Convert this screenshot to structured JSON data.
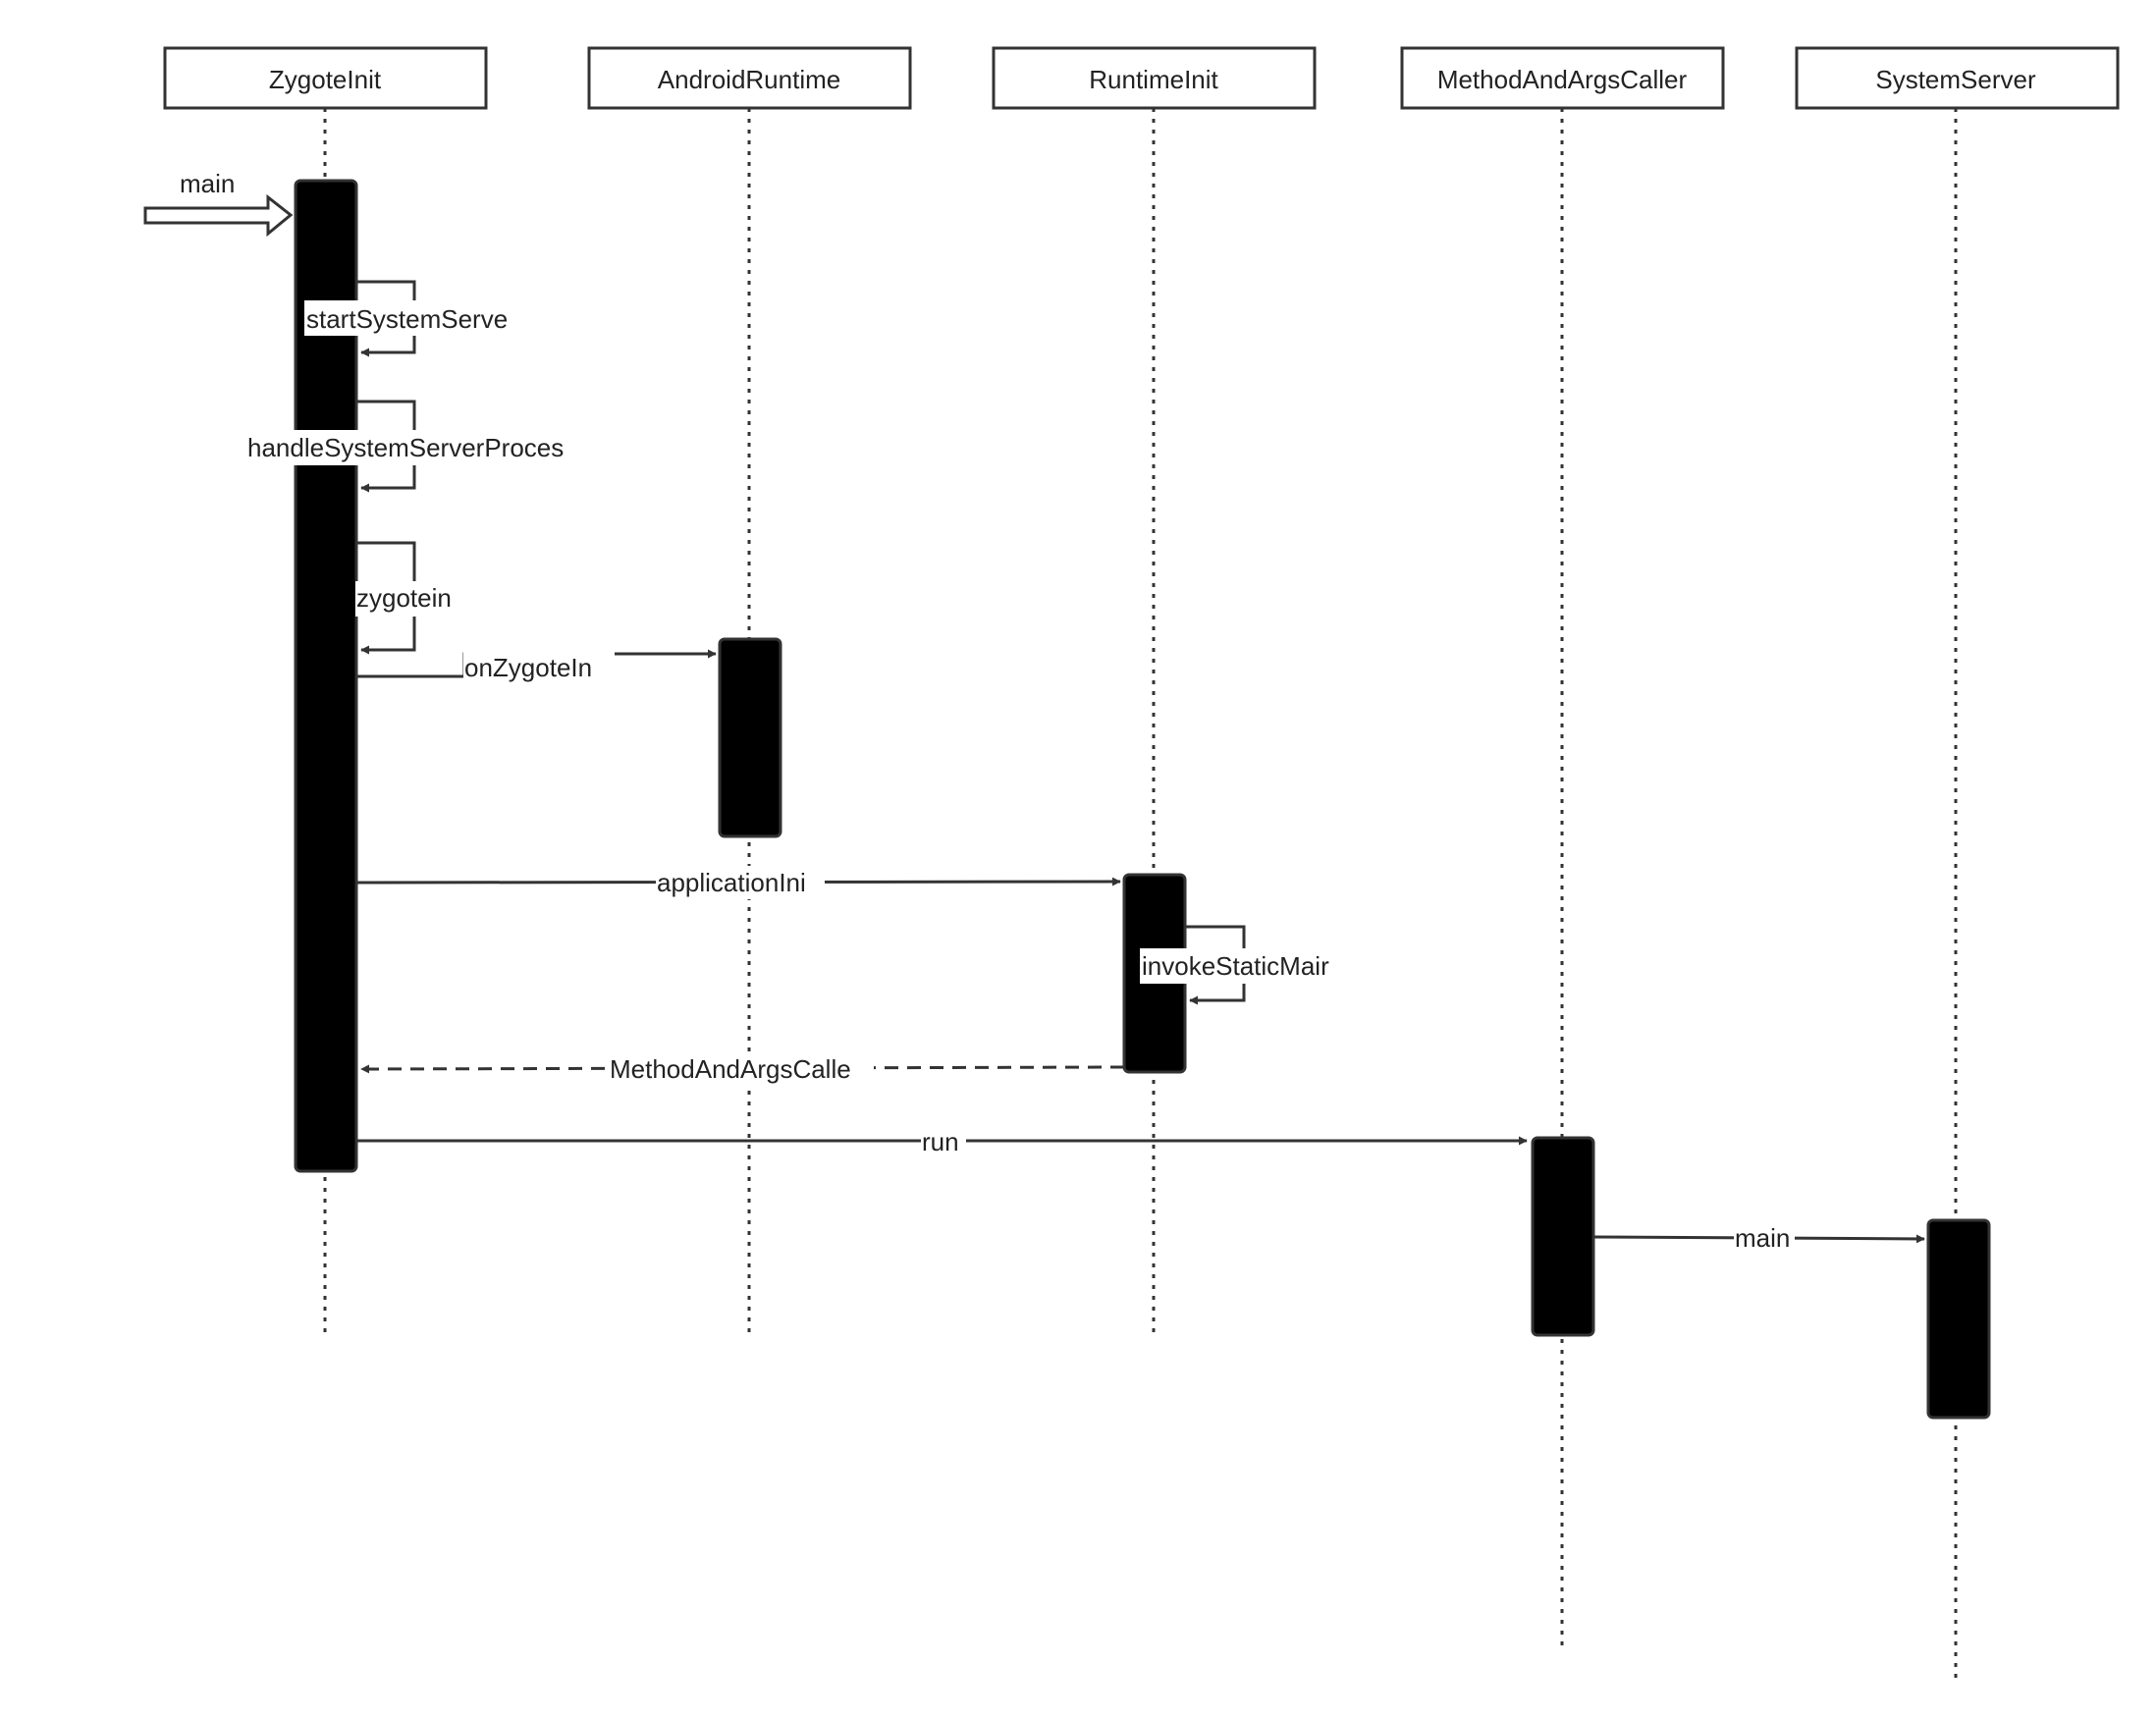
{
  "diagram": {
    "type": "sequence",
    "participants": [
      {
        "id": "zygote",
        "name": "ZygoteInit"
      },
      {
        "id": "runtime",
        "name": "AndroidRuntime"
      },
      {
        "id": "rinit",
        "name": "RuntimeInit"
      },
      {
        "id": "mac",
        "name": "MethodAndArgsCaller"
      },
      {
        "id": "sysserver",
        "name": "SystemServer"
      }
    ],
    "entry_message": {
      "to": "zygote",
      "label": "main"
    },
    "messages": [
      {
        "from": "zygote",
        "to": "zygote",
        "label": "startSystemServe",
        "kind": "self"
      },
      {
        "from": "zygote",
        "to": "zygote",
        "label": "handleSystemServerProces",
        "kind": "self"
      },
      {
        "from": "zygote",
        "to": "zygote",
        "label": "zygotein",
        "kind": "self"
      },
      {
        "from": "zygote",
        "to": "runtime",
        "label": "onZygoteIn",
        "kind": "call"
      },
      {
        "from": "zygote",
        "to": "rinit",
        "label": "applicationIni",
        "kind": "call"
      },
      {
        "from": "rinit",
        "to": "rinit",
        "label": "invokeStaticMair",
        "kind": "self"
      },
      {
        "from": "rinit",
        "to": "zygote",
        "label": "MethodAndArgsCalle",
        "kind": "return"
      },
      {
        "from": "zygote",
        "to": "mac",
        "label": "run",
        "kind": "call"
      },
      {
        "from": "mac",
        "to": "sysserver",
        "label": "main",
        "kind": "call"
      }
    ]
  },
  "colors": {
    "line": "#333333",
    "activation": "#000000",
    "text": "#222222",
    "background": "#ffffff"
  }
}
